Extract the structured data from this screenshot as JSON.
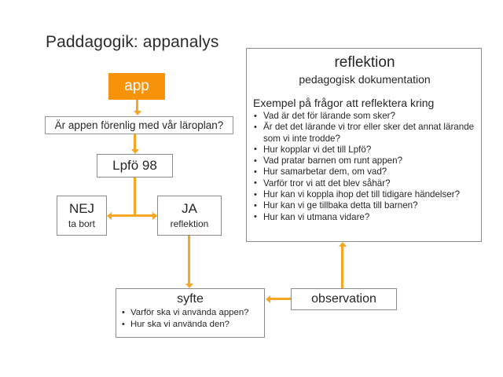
{
  "slide": {
    "title": "Paddagogik: appanalys",
    "accent_color": "#F7930B",
    "connector_color": "#F5A623",
    "box_border_color": "#8a8a8a",
    "background_color": "#FFFFFF"
  },
  "nodes": {
    "app": {
      "label": "app"
    },
    "question": {
      "label": "Är appen förenlig med vår läroplan?"
    },
    "lpfo": {
      "label": "Lpfö 98"
    },
    "nej": {
      "title": "NEJ",
      "subtitle": "ta bort"
    },
    "ja": {
      "title": "JA",
      "subtitle": "reflektion"
    },
    "syfte": {
      "title": "syfte",
      "bullets": [
        "Varför ska vi använda appen?",
        "Hur ska vi använda den?"
      ]
    },
    "observation": {
      "label": "observation"
    },
    "reflektion": {
      "title": "reflektion",
      "subtitle": "pedagogisk dokumentation",
      "lead": "Exempel på frågor att reflektera kring",
      "bullets": [
        "Vad är det för lärande som sker?",
        "Är det det lärande vi tror eller sker det annat lärande som vi inte trodde?",
        "Hur kopplar vi det till Lpfö?",
        "Vad pratar barnen om runt appen?",
        "Hur samarbetar dem, om vad?",
        "Varför tror vi att det blev såhär?",
        "Hur kan vi koppla ihop det till tidigare händelser?",
        "Hur kan vi ge tillbaka detta till barnen?",
        "Hur kan vi utmana vidare?"
      ]
    }
  }
}
